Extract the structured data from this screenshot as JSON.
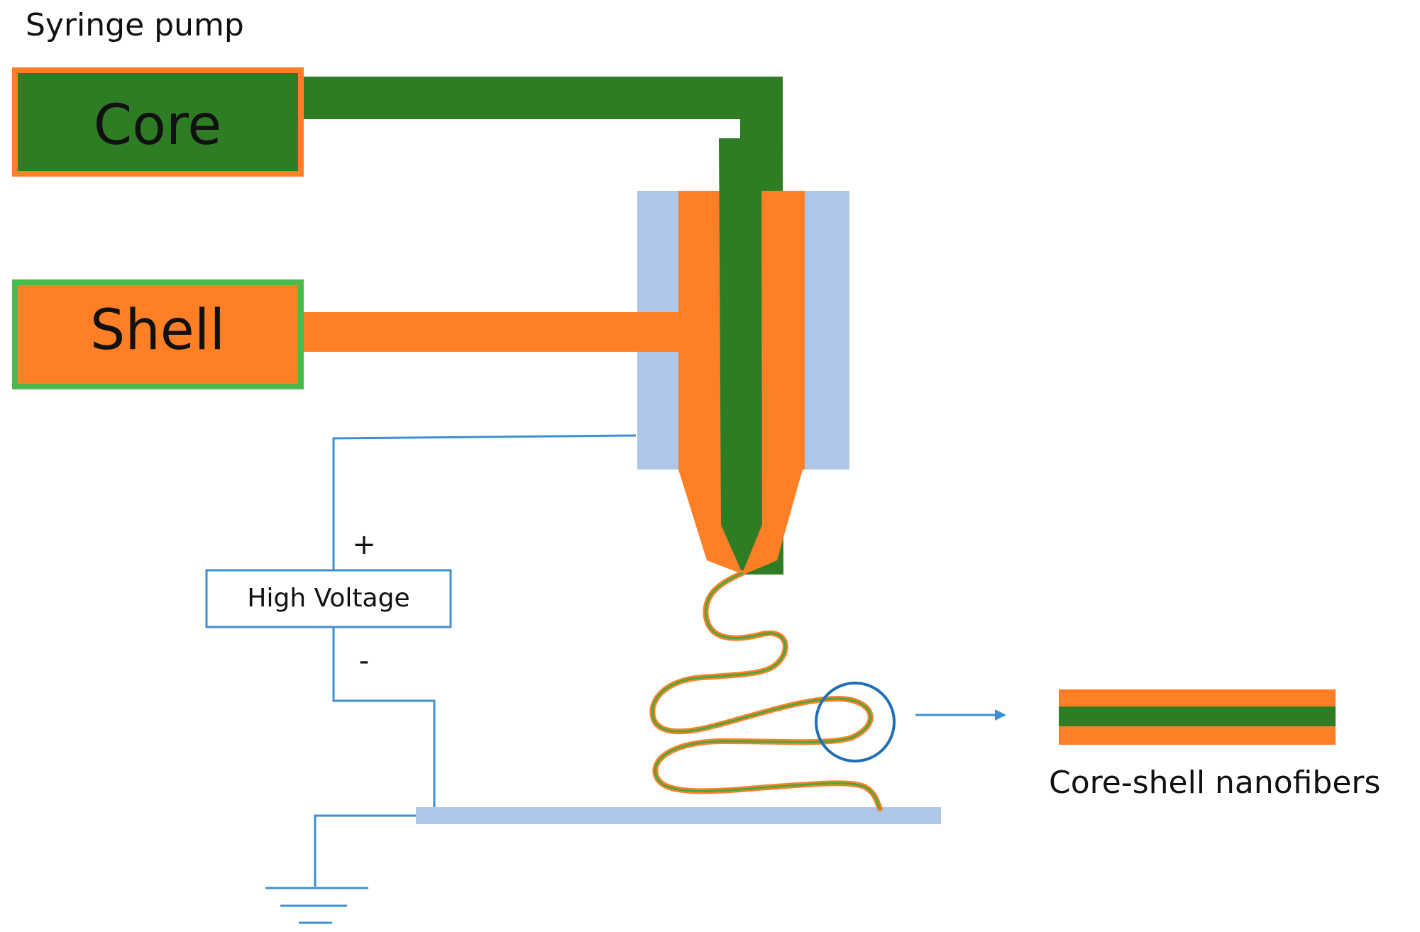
{
  "labels": {
    "syringe_pump": "Syringe pump",
    "core": "Core",
    "shell": "Shell",
    "high_voltage": "High Voltage",
    "plus": "+",
    "minus": "-",
    "result": "Core-shell nanofibers"
  },
  "colors": {
    "core_green": "#2e7d25",
    "shell_orange": "#ff7f27",
    "nozzle_blue": "#aec7e8",
    "wire_blue": "#3f8fd0",
    "circle_blue": "#1f6fb5",
    "collector_blue": "#aec7e8"
  }
}
